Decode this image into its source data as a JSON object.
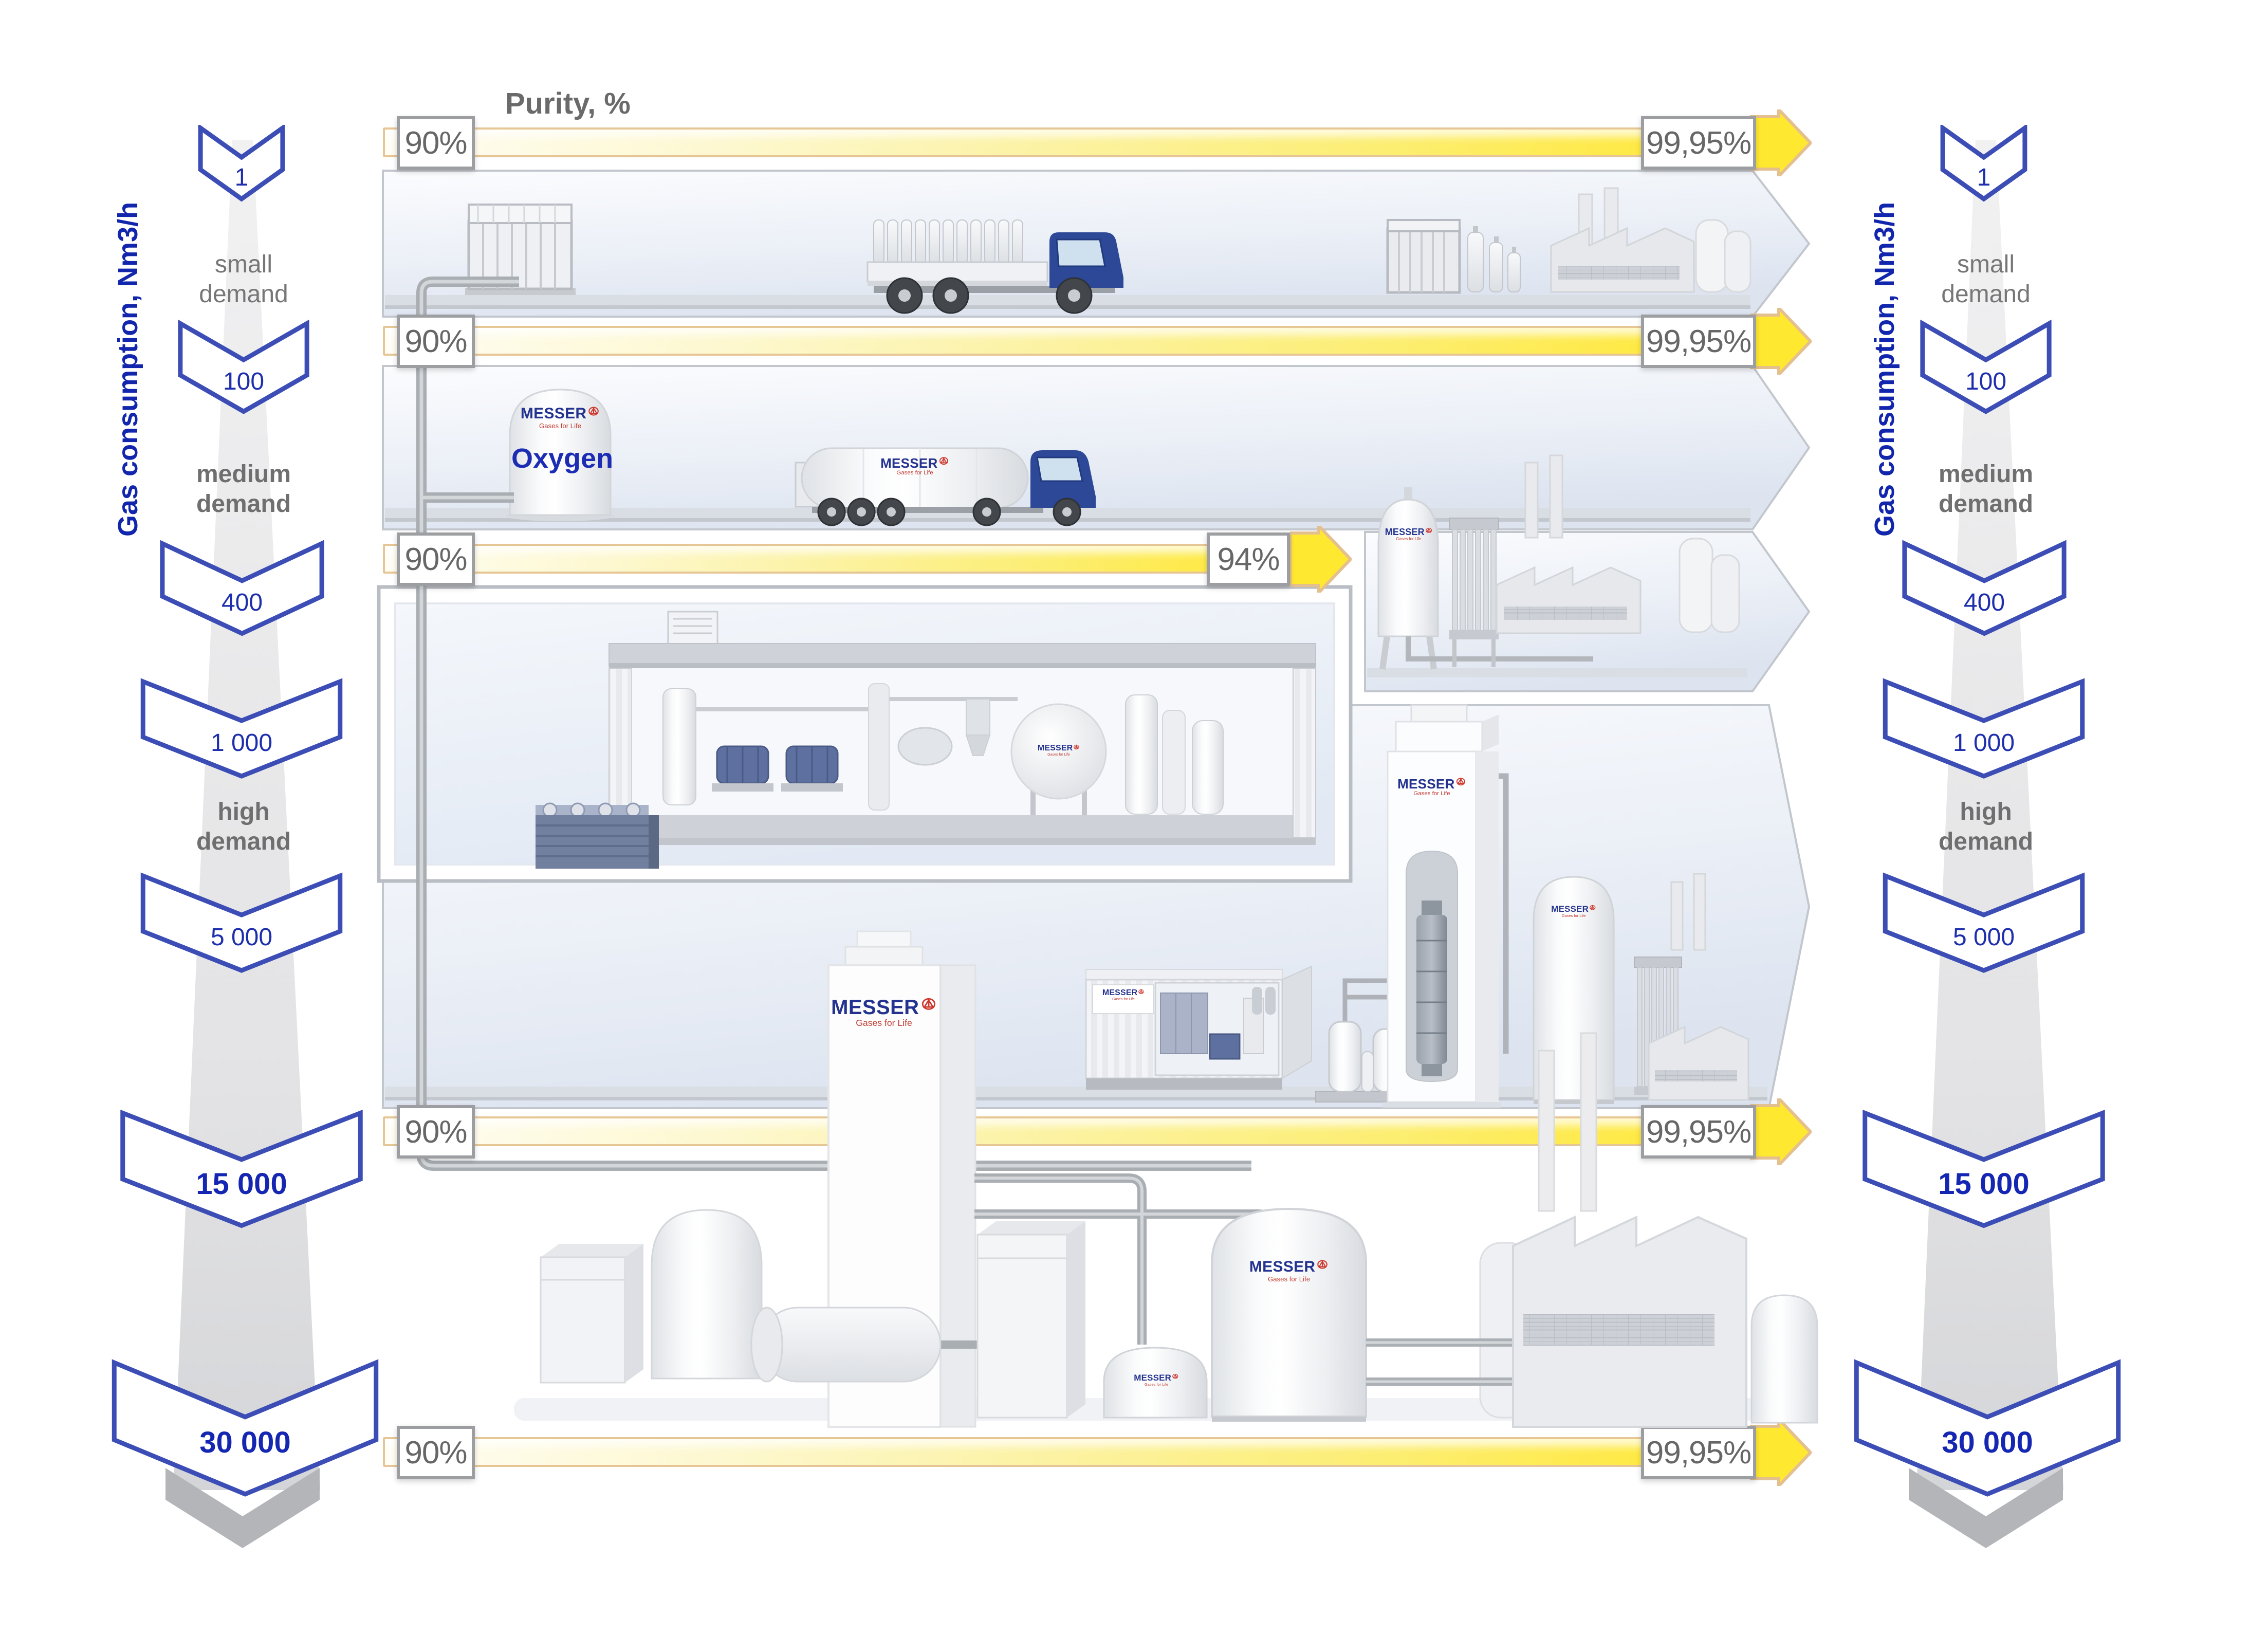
{
  "header": {
    "purity_title": "Purity, %"
  },
  "axis": {
    "title": "Gas consumption, Nm3/h",
    "ticks": [
      "1",
      "100",
      "400",
      "1 000",
      "5 000",
      "15 000",
      "30 000"
    ],
    "demand": {
      "small": [
        "small",
        "demand"
      ],
      "medium": [
        "medium",
        "demand"
      ],
      "high": [
        "high",
        "demand"
      ]
    }
  },
  "purity_rows": [
    {
      "start": "90%",
      "end": "99,95%"
    },
    {
      "start": "90%",
      "end": "99,95%"
    },
    {
      "start": "90%",
      "end": "94%"
    },
    {
      "start": "90%",
      "end": "99,95%"
    },
    {
      "start": "90%",
      "end": "99,95%"
    }
  ],
  "brand": {
    "name": "MESSER",
    "tagline": "Gases for Life"
  },
  "product": {
    "label": "Oxygen"
  },
  "colors": {
    "accent_blue": "#2f3fb2",
    "label_gray": "#6a6a6a",
    "arrow_yellow": "#ffe93e",
    "arrow_border": "#e7c695",
    "band_fill": "#e7ecf5",
    "messer_blue": "#23338f",
    "messer_red": "#c23a30",
    "pipe_gray": "#a9aeb3"
  }
}
